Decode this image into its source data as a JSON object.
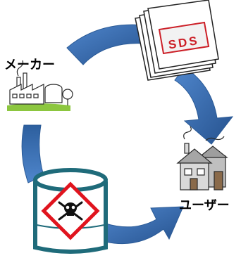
{
  "diagram": {
    "maker_label": "メーカー",
    "user_label": "ユーザー",
    "document_label": "SDS",
    "arrow_color": "#3b6fb5",
    "arrow_dark_color": "#26528e",
    "sds_label_color": "#cc1f27",
    "pictogram_border_color": "#e0141e",
    "drum_body_color": "#1f6b7a",
    "icons": [
      "factory-icon",
      "house-icon",
      "document-stack-icon",
      "chemical-drum-icon",
      "skull-crossbones-icon"
    ]
  }
}
